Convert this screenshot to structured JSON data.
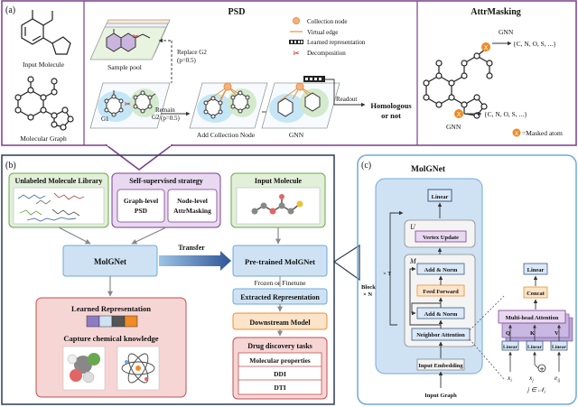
{
  "panel_a": {
    "letter": "(a)",
    "input_molecule_label": "Input Molecule",
    "molecular_graph_label": "Molecular Graph",
    "psd_title": "PSD",
    "legend": {
      "collection_node": "Collection node",
      "virtual_edge": "Virtual edge",
      "learned_representation": "Learned representation",
      "decomposition": "Decomposition"
    },
    "sample_pool": "Sample pool",
    "replace_g2": "Replace G2",
    "replace_p": "(p=0.5)",
    "remain": "Remain",
    "remain_p": "(p=0.5)",
    "g1": "G1",
    "g2": "G2",
    "add_collection_node": "Add Collection Node",
    "gnn": "GNN",
    "readout": "Readout",
    "homologous": "Homologous",
    "or_not": "or not",
    "attrmasking_title": "AttrMasking",
    "gnn_top": "GNN",
    "gnn_bottom": "GNN",
    "atom_set_top": "{C, N, O, S, ...}",
    "atom_set_bottom": "{C, N, O, S, ...}",
    "masked_atom": "=Masked atom",
    "masked_x": "X"
  },
  "panel_b": {
    "letter": "(b)",
    "unlabeled_library": "Unlabeled Molecule Library",
    "ssl_strategy": "Self-supervised strategy",
    "graph_level_1": "Graph-level",
    "graph_level_2": "PSD",
    "node_level_1": "Node-level",
    "node_level_2": "AttrMasking",
    "input_molecule": "Input Molecule",
    "molgnet": "MolGNet",
    "transfer": "Transfer",
    "pretrained": "Pre-trained MolGNet",
    "frozen": "Frozen or Finetune",
    "extracted": "Extracted Representation",
    "downstream": "Downstream Model",
    "learned_rep": "Learned Representation",
    "capture": "Capture chemical knowledge",
    "drug_tasks": "Drug discovery tasks",
    "molecular_properties": "Molecular properties",
    "ddi": "DDI",
    "dti": "DTI"
  },
  "panel_c": {
    "letter": "(c)",
    "title": "MolGNet",
    "linear_top": "Linear",
    "u_label": "U",
    "vertex_update": "Vertex Update",
    "m_label": "M",
    "add_norm_1": "Add & Norm",
    "feed_forward": "Feed Forward",
    "add_norm_2": "Add & Norm",
    "neighbor_attention": "Neighbor  Attention",
    "times_t": "× T",
    "block_n_1": "Block",
    "block_n_2": "× N",
    "input_embedding": "Input Embedding",
    "input_graph": "Input Graph",
    "linear_right": "Linear",
    "concat": "Concat",
    "mha": "Multi-head Attention",
    "q": "Q",
    "k": "K",
    "v": "V",
    "linear_small": "Linear",
    "xi": "x",
    "xi_sub": "i",
    "xj": "x",
    "xj_sub": "j",
    "eij": "e",
    "eij_sub": "ij",
    "j_in": "j ∈ 𝒩",
    "j_in_sub": "i"
  },
  "colors": {
    "purple": "#7a3f8a",
    "navy": "#2e3a55",
    "blue_fill": "#cfe2f3",
    "blue_border": "#6fa8dc",
    "green_fill": "#e2efd9",
    "green_border": "#6aa84f",
    "purple_fill": "#e8d9f1",
    "red_fill": "#f6d5d5",
    "red_border": "#c0504d",
    "orange_fill": "#fde4c8",
    "orange_border": "#e69138",
    "mask_orange": "#f08a24"
  }
}
